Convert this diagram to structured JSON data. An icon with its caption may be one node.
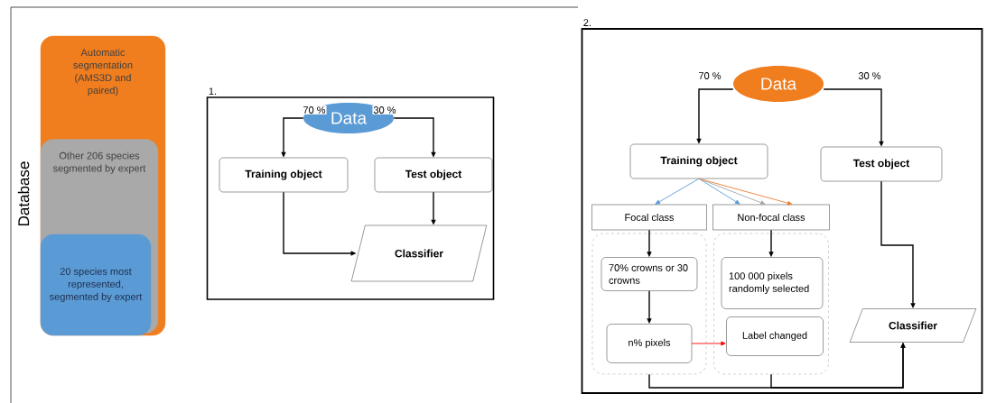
{
  "diagram": {
    "nodes": [
      {
        "text": [
          "Automatic segmentation (AMS3D  and paired)"
        ]
      },
      {
        "text": [
          "Other 206 species segmented by expert"
        ],
        "in": 0
      },
      {
        "text": [
          "20 species most represented, segmented by expert"
        ],
        "in": 1
      },
      {
        "text": [
          "1."
        ]
      },
      {
        "text": [
          "Data"
        ],
        "in": 3
      },
      {
        "text": [
          "Training object"
        ],
        "in": 3
      },
      {
        "text": [
          "Test object"
        ],
        "in": 3
      },
      {
        "text": [
          "Classifier"
        ],
        "in": 3
      },
      {
        "text": [
          "2."
        ]
      },
      {
        "text": [
          "Data"
        ],
        "in": 8
      },
      {
        "text": [
          "Training object"
        ],
        "in": 8
      },
      {
        "text": [
          "Test object"
        ],
        "in": 8
      },
      {
        "text": [
          "Focal class"
        ],
        "in": 8
      },
      {
        "text": [
          "Non-focal class"
        ],
        "in": 8
      },
      {
        "text": [],
        "shape": "box",
        "in": 8
      },
      {
        "text": [],
        "shape": "box",
        "in": 8
      },
      {
        "text": [
          "70% crowns or 30 crowns"
        ],
        "in": 14
      },
      {
        "text": [
          "n% pixels"
        ],
        "in": 14
      },
      {
        "text": [
          "100 000 pixels randomly selected"
        ],
        "in": 15
      },
      {
        "text": [
          "Label changed"
        ],
        "in": 15
      },
      {
        "text": [
          "Classifier"
        ],
        "in": 8
      }
    ],
    "edges": [
      {
        "from": 4,
        "to": 5,
        "arrow": "to",
        "label": "70 %"
      },
      {
        "from": 4,
        "to": 6,
        "arrow": "to",
        "label": "30 %"
      },
      {
        "from": 5,
        "to": 7,
        "arrow": "to"
      },
      {
        "from": 6,
        "to": 7,
        "arrow": "to"
      },
      {
        "from": 9,
        "to": 10,
        "arrow": "to",
        "label": "70 %"
      },
      {
        "from": 9,
        "to": 11,
        "arrow": "to",
        "label": "30 %"
      },
      {
        "from": 10,
        "to": 12,
        "arrow": "to",
        "color": "#5b9bd5"
      },
      {
        "from": 10,
        "to": 13,
        "arrow": "to",
        "color": "#5b9bd5"
      },
      {
        "from": 10,
        "to": 13,
        "arrow": "to",
        "color": "#a5a5a5"
      },
      {
        "from": 10,
        "to": 13,
        "arrow": "to",
        "color": "#ed7d31"
      },
      {
        "from": 12,
        "to": 16,
        "arrow": "to"
      },
      {
        "from": 16,
        "to": 17,
        "arrow": "to"
      },
      {
        "from": 13,
        "to": 18,
        "arrow": "to"
      },
      {
        "from": 17,
        "to": 19,
        "arrow": "to",
        "color": "#ff0000"
      },
      {
        "from": 14,
        "to": 20,
        "arrow": "to"
      },
      {
        "from": 15,
        "to": 20,
        "arrow": "to"
      },
      {
        "from": 11,
        "to": 20,
        "arrow": "to"
      }
    ],
    "labels": [
      "Database"
    ]
  }
}
